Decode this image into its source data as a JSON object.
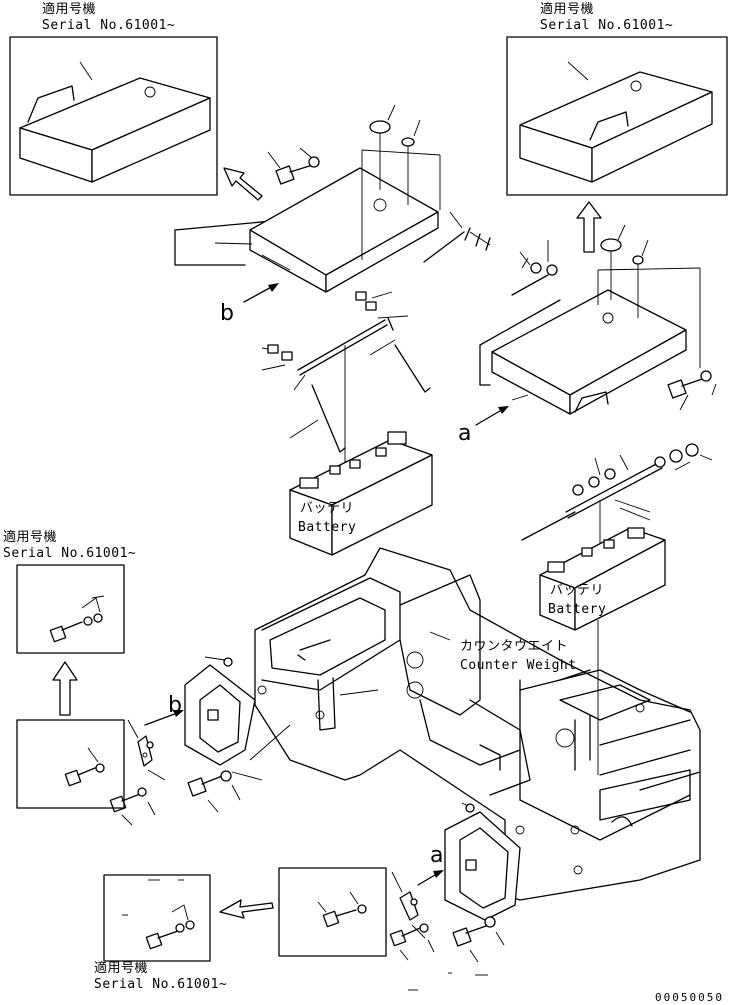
{
  "labels": {
    "applicable_jp": "適用号機",
    "serial_range": "Serial No.61001~",
    "battery_jp": "バッテリ",
    "battery_en": "Battery",
    "counterweight_jp": "カウンタウエイト",
    "counterweight_en": "Counter Weight",
    "view_a": "a",
    "view_b": "b",
    "drawing_code": "00050050"
  }
}
